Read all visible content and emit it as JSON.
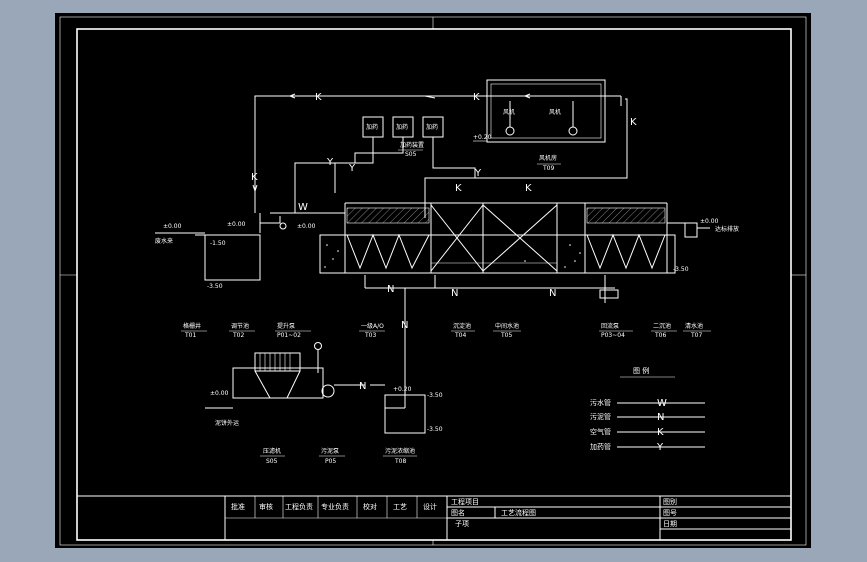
{
  "flow_lines": {
    "sewage": "W",
    "sludge": "N",
    "air": "K",
    "dosing": "Y"
  },
  "levels": {
    "inlet_top": "±0.00",
    "inlet_bottom": "-1.50",
    "pump_well": "-3.50",
    "tank_top": "±0.00",
    "outlet": "±0.00",
    "blower_room": "+0.20",
    "sludge_tank": "+0.20",
    "sludge_tank_bottom": "-3.50",
    "filter_press": "±0.00",
    "aeration_bottom": "-3.50",
    "storage_bottom": "-3.50",
    "floor": "±0.00"
  },
  "labels": {
    "inlet": "废水来",
    "outlet": "达标排放",
    "sludge_out": "泥饼外运",
    "dosing1": "加药",
    "dosing2": "加药",
    "dosing3": "加药",
    "dosing_device": "加药装置",
    "dosing_code": "S05",
    "blower_a": "风机",
    "blower_b": "风机",
    "blower_room": "风机房",
    "blower_code": "T09",
    "filter_press": "压滤机",
    "filter_code": "S05",
    "sludge_pump": "污泥泵",
    "sludge_pump_code": "P05",
    "sludge_tank": "污泥浓缩池",
    "sludge_tank_code": "T08"
  },
  "equipment": [
    {
      "name": "格栅井",
      "code": "T01"
    },
    {
      "name": "调节池",
      "code": "T02"
    },
    {
      "name": "提升泵",
      "code": "P01~02"
    },
    {
      "name": "一级A/O",
      "code": "T03"
    },
    {
      "name": "沉淀池",
      "code": "T04"
    },
    {
      "name": "中间水池",
      "code": "T05"
    },
    {
      "name": "回流泵",
      "code": "P03~04"
    },
    {
      "name": "二沉池",
      "code": "T06"
    },
    {
      "name": "清水池",
      "code": "T07"
    }
  ],
  "legend": {
    "title": "图  例",
    "items": [
      {
        "label": "污水管",
        "symbol": "W"
      },
      {
        "label": "污泥管",
        "symbol": "N"
      },
      {
        "label": "空气管",
        "symbol": "K"
      },
      {
        "label": "加药管",
        "symbol": "Y"
      }
    ]
  },
  "title_block": {
    "row1": [
      "批准",
      "审核",
      "工程负责",
      "专业负责",
      "校对",
      "工艺",
      "设计"
    ],
    "project_label": "工程项目",
    "drawing_label": "图名",
    "drawing_value": "工艺流程图",
    "sub_label": "子项",
    "figure_label": "图别",
    "number_label": "图号",
    "date_label": "日期"
  }
}
